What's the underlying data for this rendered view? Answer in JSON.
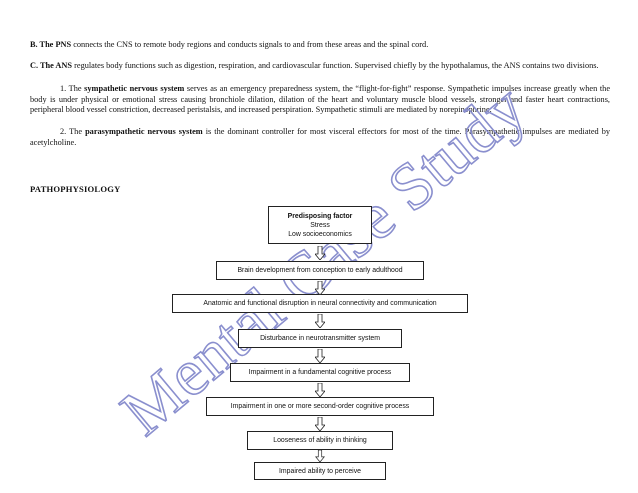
{
  "paragraphs": {
    "pns": {
      "label": "B. The PNS",
      "text": " connects the CNS to remote body regions and conducts signals to and from these areas and the spinal cord."
    },
    "ans": {
      "label": "C. The ANS",
      "text": " regulates body functions such as digestion, respiration, and cardiovascular function. Supervised chiefly by the hypothalamus, the ANS contains two divisions."
    },
    "sympathetic": {
      "prefix": "1. The ",
      "term": "sympathetic nervous system",
      "text": " serves as an emergency preparedness system, the “flight-for-fight” response. Sympathetic impulses increase greatly when the body is under physical or emotional stress causing bronchiole dilation, dilation of the heart and voluntary muscle blood vessels, stronger and faster heart contractions, peripheral blood vessel constriction, decreased peristalsis, and increased perspiration. Sympathetic stimuli are mediated by norepinephrine."
    },
    "parasympathetic": {
      "prefix": "2. The ",
      "term": "parasympathetic nervous system",
      "text": " is the dominant controller for most visceral effectors for most of the time. Parasympathetic impulses are mediated by acetylcholine."
    }
  },
  "section_heading": "PATHOPHYSIOLOGY",
  "flowchart": {
    "top": {
      "title": "Predisposing factor",
      "line1": "Stress",
      "line2": "Low socioeconomics"
    },
    "steps": [
      "Brain development from conception to early adulthood",
      "Anatomic and functional disruption in neural connectivity and communication",
      "Disturbance in neurotransmitter system",
      "Impairment in a fundamental cognitive process",
      "Impairment in one or more second-order cognitive process",
      "Looseness of ability in thinking",
      "Impaired ability to perceive"
    ]
  },
  "watermark": {
    "text": "Mental Case Study",
    "color": "#8a8fce"
  }
}
